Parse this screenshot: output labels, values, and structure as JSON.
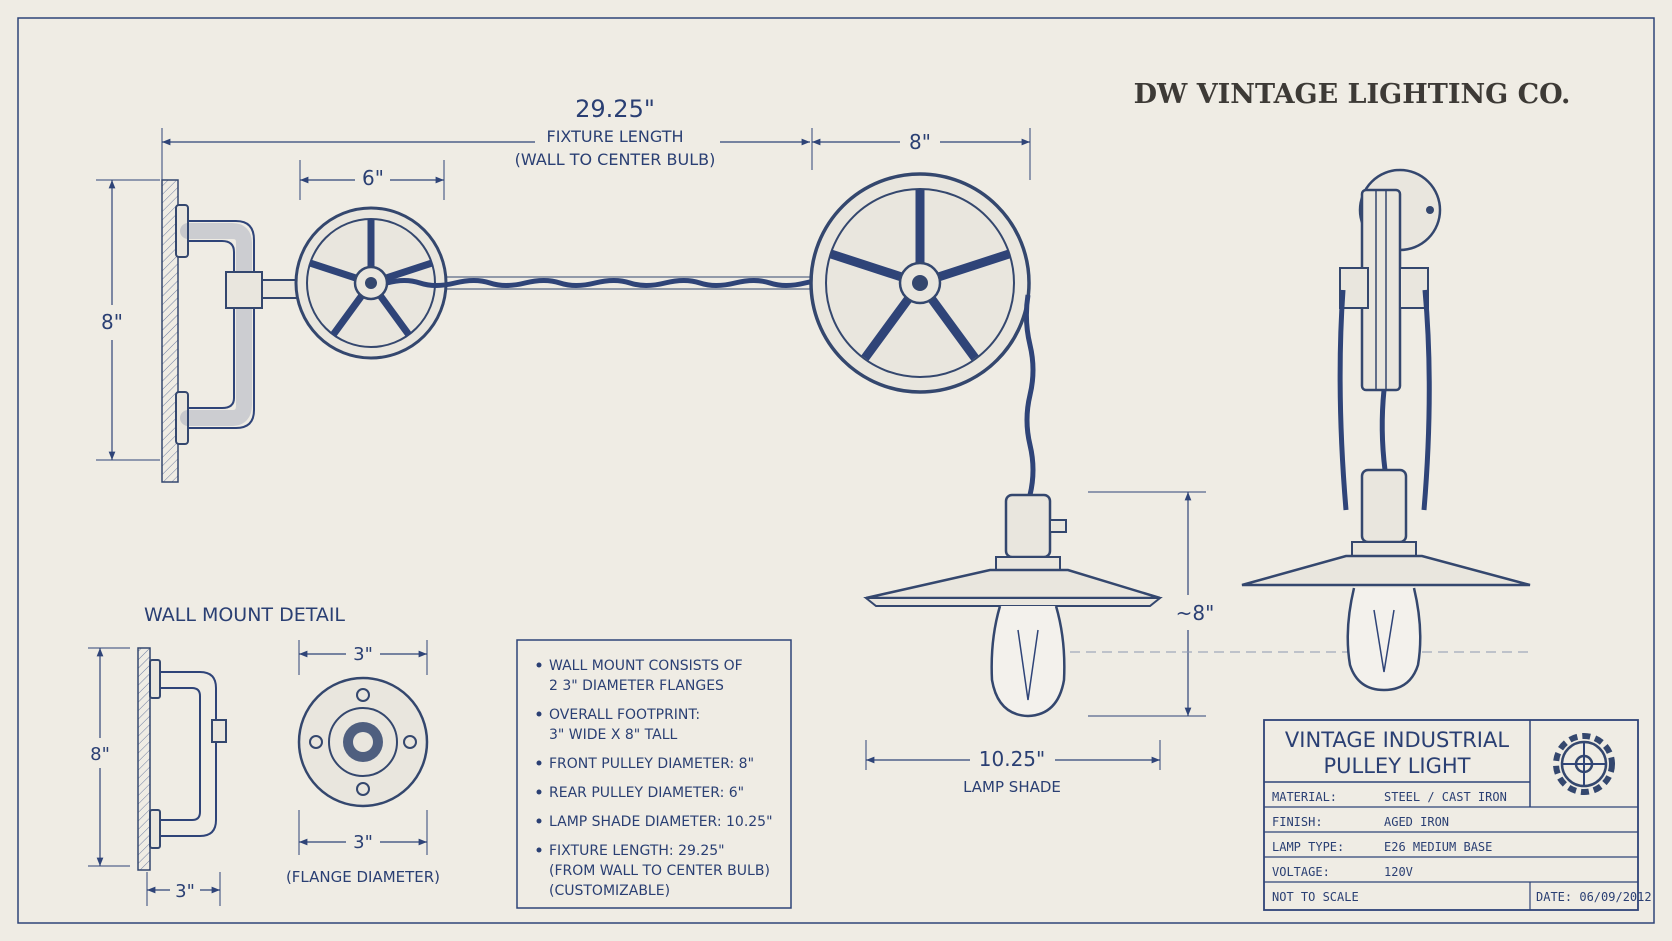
{
  "company": "DW VINTAGE LIGHTING CO.",
  "colors": {
    "ink": "#2a3f73",
    "paper": "#efece4",
    "brand": "#3d3a36"
  },
  "dimensions": {
    "fixture_length": "29.25\"",
    "fixture_length_label": "FIXTURE LENGTH",
    "fixture_length_sub": "(WALL TO CENTER BULB)",
    "rear_pulley": "6\"",
    "front_pulley": "8\"",
    "wall_height": "8\"",
    "lamp_drop": "~8\"",
    "lamp_shade": "10.25\"",
    "lamp_shade_label": "LAMP SHADE"
  },
  "wall_mount_detail": {
    "title": "WALL MOUNT DETAIL",
    "height": "8\"",
    "width_bottom": "3\"",
    "flange_top": "3\"",
    "flange_bottom": "3\"",
    "flange_label": "(FLANGE DIAMETER)"
  },
  "notes": [
    [
      "WALL MOUNT CONSISTS OF",
      "2 3\" DIAMETER FLANGES"
    ],
    [
      "OVERALL FOOTPRINT:",
      "3\" WIDE X 8\" TALL"
    ],
    [
      "FRONT PULLEY DIAMETER: 8\""
    ],
    [
      "REAR PULLEY DIAMETER: 6\""
    ],
    [
      "LAMP SHADE DIAMETER: 10.25\""
    ],
    [
      "FIXTURE LENGTH: 29.25\"",
      "(FROM WALL TO CENTER BULB)",
      "(CUSTOMIZABLE)"
    ]
  ],
  "title_block": {
    "title_line1": "VINTAGE INDUSTRIAL",
    "title_line2": "PULLEY LIGHT",
    "rows": [
      {
        "label": "MATERIAL:",
        "value": "STEEL / CAST IRON"
      },
      {
        "label": "FINISH:",
        "value": "AGED IRON"
      },
      {
        "label": "LAMP TYPE:",
        "value": "E26 MEDIUM BASE"
      },
      {
        "label": "VOLTAGE:",
        "value": "120V"
      }
    ],
    "scale": "NOT TO SCALE",
    "date": "DATE: 06/09/2012",
    "logo_icon": "gear-icon"
  }
}
